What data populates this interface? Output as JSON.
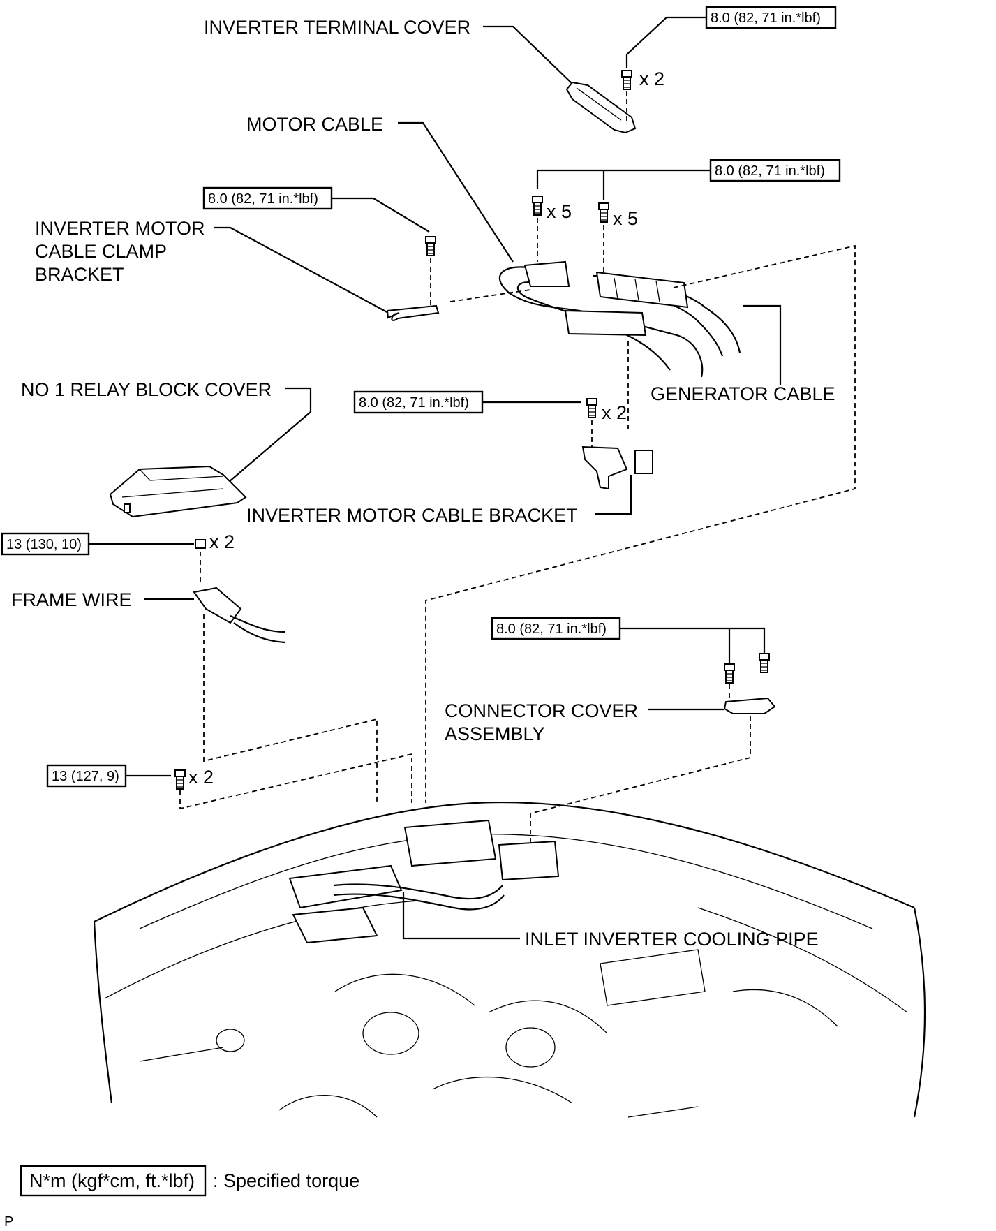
{
  "labels": {
    "inverter_terminal_cover": "INVERTER TERMINAL COVER",
    "motor_cable": "MOTOR CABLE",
    "inverter_motor_cable_clamp_bracket": [
      "INVERTER MOTOR",
      "CABLE CLAMP",
      "BRACKET"
    ],
    "no1_relay_block_cover": "NO 1 RELAY BLOCK COVER",
    "generator_cable": "GENERATOR CABLE",
    "inverter_motor_cable_bracket": "INVERTER MOTOR CABLE BRACKET",
    "frame_wire": "FRAME WIRE",
    "connector_cover_assembly": [
      "CONNECTOR COVER",
      "ASSEMBLY"
    ],
    "inlet_inverter_cooling_pipe": "INLET INVERTER COOLING PIPE"
  },
  "torques": {
    "terminal_cover": "8.0 (82, 71 in.*lbf)",
    "cables": "8.0 (82, 71 in.*lbf)",
    "clamp_bracket": "8.0 (82, 71 in.*lbf)",
    "cable_bracket": "8.0 (82, 71 in.*lbf)",
    "frame_wire_nut": "13 (130, 10)",
    "connector_cover": "8.0 (82, 71 in.*lbf)",
    "bottom_bolt": "13 (127, 9)"
  },
  "quantities": {
    "terminal_cover": "x 2",
    "cable_left": "x 5",
    "cable_right": "x 5",
    "cable_bracket": "x 2",
    "frame_wire_nut": "x 2",
    "bottom_bolt": "x 2"
  },
  "legend": {
    "unit_box": "N*m (kgf*cm, ft.*lbf)",
    "meaning": ": Specified torque"
  },
  "corner_mark": "P"
}
